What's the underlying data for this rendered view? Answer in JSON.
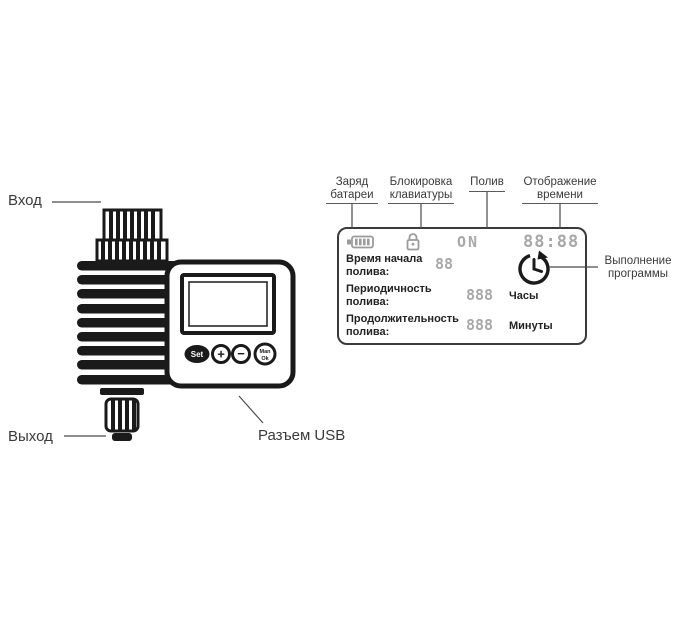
{
  "device": {
    "label_input": "Вход",
    "label_output": "Выход",
    "label_usb": "Разъем USB",
    "buttons": {
      "set": "Set",
      "plus": "+",
      "minus": "−",
      "man": "Man",
      "ok": "Ok"
    }
  },
  "callouts": {
    "battery": {
      "line1": "Заряд",
      "line2": "батареи"
    },
    "keylock": {
      "line1": "Блокировка",
      "line2": "клавиатуры"
    },
    "watering": "Полив",
    "time": {
      "line1": "Отображение",
      "line2": "времени"
    },
    "program": {
      "line1": "Выполнение",
      "line2": "программы"
    }
  },
  "display": {
    "on": "ON",
    "clock": "88:88",
    "rows": [
      {
        "line1": "Время начала",
        "line2": "полива:",
        "value": "88"
      },
      {
        "line1": "Периодичность",
        "line2": "полива:",
        "value": "888",
        "unit": "Часы"
      },
      {
        "line1": "Продолжительность",
        "line2": "полива:",
        "value": "888",
        "unit": "Минуты"
      }
    ]
  },
  "colors": {
    "ink": "#1a1a1a",
    "segment": "#a8a8a8",
    "leader_line": "#4a4a4a"
  }
}
